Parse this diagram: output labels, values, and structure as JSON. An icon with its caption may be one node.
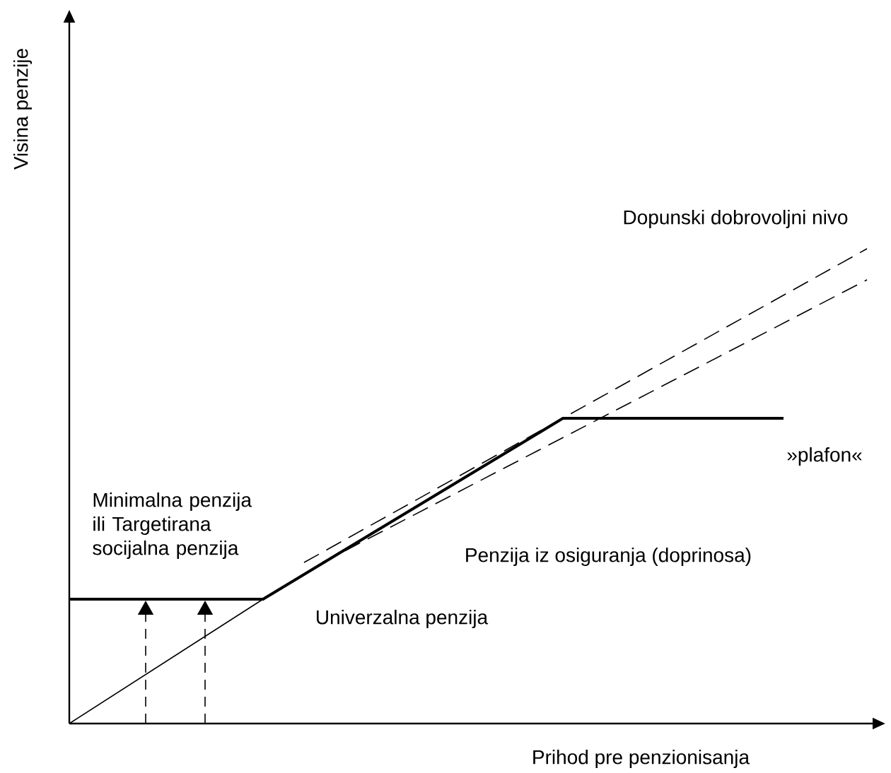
{
  "diagram": {
    "labels": [
      "Visina penzije",
      "Dopunski dobrovoljni nivo",
      "»plafon«",
      "Minimalna penzija ili Targetirana socijalna penzija",
      "Penzija iz osiguranja (doprinosa)",
      "Univerzalna penzija",
      "Prihod pre penzionisanja"
    ]
  }
}
